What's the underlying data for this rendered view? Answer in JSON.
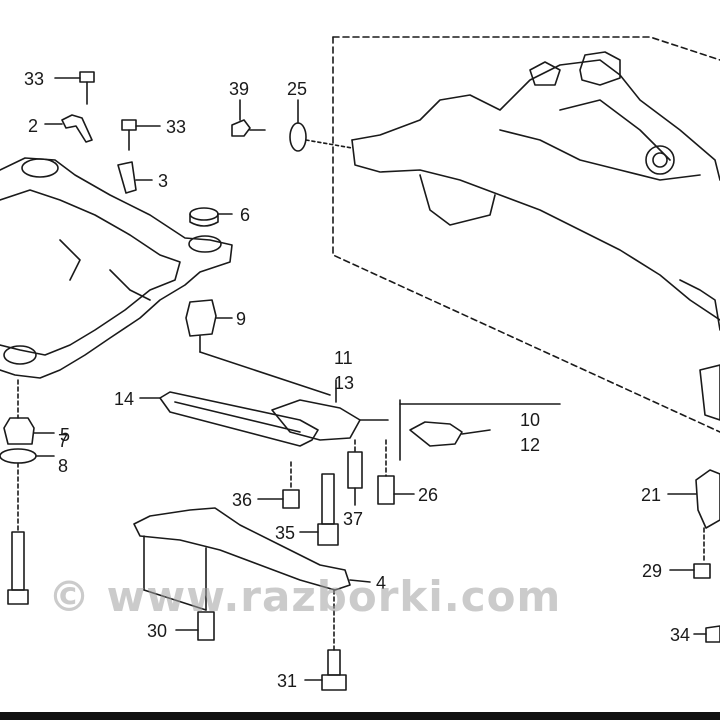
{
  "callouts": {
    "c33a": "33",
    "c2": "2",
    "c33b": "33",
    "c3": "3",
    "c39": "39",
    "c25": "25",
    "c6": "6",
    "c9": "9",
    "c5": "5",
    "c7": "7",
    "c8": "8",
    "c11": "11",
    "c13": "13",
    "c14": "14",
    "c10": "10",
    "c12": "12",
    "c36": "36",
    "c26": "26",
    "c35": "35",
    "c37": "37",
    "c4": "4",
    "c21": "21",
    "c29": "29",
    "c30": "30",
    "c31": "31",
    "c34": "34"
  },
  "watermark": {
    "text": "© www.razborki.com"
  },
  "colors": {
    "line": "#1a1a1a",
    "watermark": "#a0a0a0"
  }
}
